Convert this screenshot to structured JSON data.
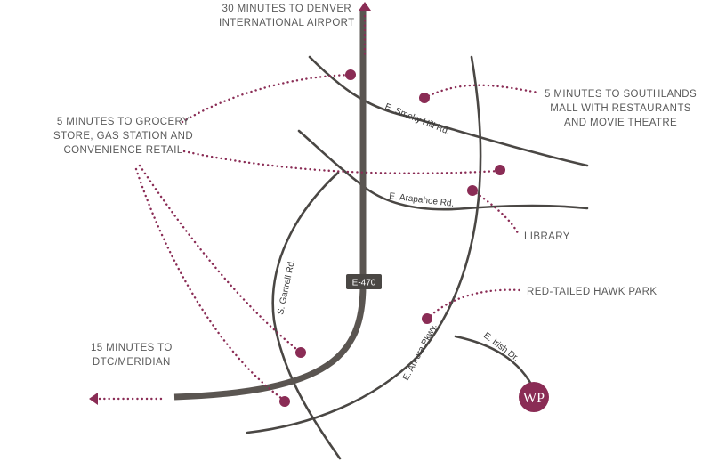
{
  "colors": {
    "accent": "#8a2c55",
    "road": "#4a4744",
    "highway": "#5a5551",
    "highway_badge": "#4a4744",
    "text": "#5a5a5a",
    "background": "#ffffff"
  },
  "callouts": {
    "airport": [
      "30 MINUTES TO DENVER",
      "INTERNATIONAL AIRPORT"
    ],
    "grocery": [
      "5 MINUTES TO GROCERY",
      "STORE, GAS STATION AND",
      "CONVENIENCE RETAIL"
    ],
    "southlands": [
      "5 MINUTES TO SOUTHLANDS",
      "MALL WITH RESTAURANTS",
      "AND MOVIE THEATRE"
    ],
    "library": "LIBRARY",
    "hawk_park": "RED-TAILED HAWK PARK",
    "dtc": [
      "15 MINUTES TO",
      "DTC/MERIDIAN"
    ]
  },
  "roads": {
    "smoky_hill": "E. Smoky Hill Rd.",
    "arapahoe": "E. Arapahoe Rd.",
    "gartrell": "S. Gartrell Rd.",
    "aurora": "E. Aurora Pkwy.",
    "irish": "E. Irish Dr.",
    "highway_badge": "E-470"
  },
  "logo": {
    "text": "WP",
    "icon": "wp-logo-icon"
  },
  "icons": {
    "north_arrow": "arrow-up-icon",
    "west_arrow": "arrow-left-icon",
    "poi_marker": "location-dot-icon"
  }
}
